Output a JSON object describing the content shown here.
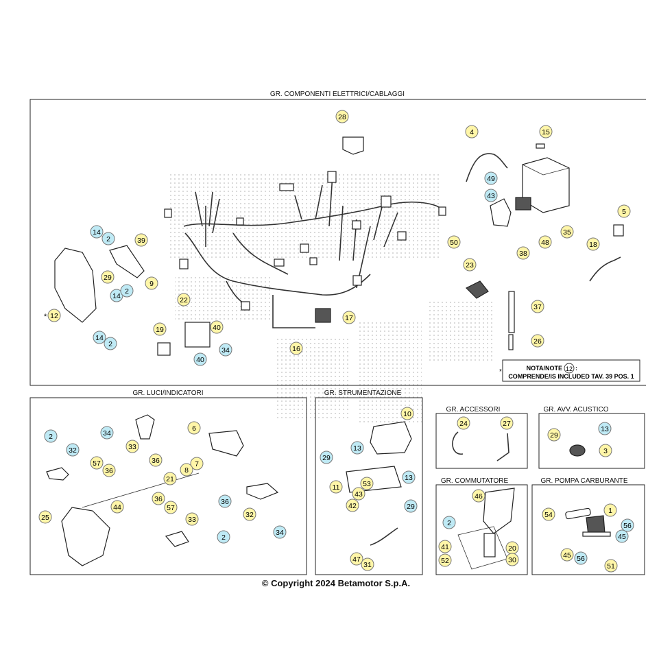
{
  "panels": {
    "electrical": "GR. COMPONENTI ELETTRICI/CABLAGGI",
    "lights": "GR. LUCI/INDICATORI",
    "instruments": "GR. STRUMENTAZIONE",
    "accessories": "GR. ACCESSORI",
    "horn": "GR. AVV. ACUSTICO",
    "switch": "GR. COMMUTATORE",
    "fuel_pump": "GR. POMPA CARBURANTE"
  },
  "note": {
    "prefix": "NOTA/NOTE",
    "ref": "12",
    "colon": ":",
    "text": "COMPRENDE/IS INCLUDED TAV. 39 POS. 1",
    "asterisk": "*"
  },
  "asterisk_12": "*",
  "copyright": "© Copyright 2024 Betamotor S.p.A.",
  "callouts": {
    "c28": "28",
    "c4": "4",
    "c15": "15",
    "c49": "49",
    "c43a": "43",
    "c5": "5",
    "c50": "50",
    "c38": "38",
    "c48": "48",
    "c35": "35",
    "c18": "18",
    "c23": "23",
    "c37": "37",
    "c26": "26",
    "c17": "17",
    "c16": "16",
    "c22": "22",
    "c19": "19",
    "c40a": "40",
    "c34a": "34",
    "c40b": "40",
    "c14a": "14",
    "c2a": "2",
    "c39": "39",
    "c9": "9",
    "c29a": "29",
    "c14b": "14",
    "c2b": "2",
    "c12": "12",
    "c14c": "14",
    "c2c": "2",
    "c34b": "34",
    "c33a": "33",
    "c6": "6",
    "c2d": "2",
    "c32a": "32",
    "c57a": "57",
    "c36a": "36",
    "c7": "7",
    "c36b": "36",
    "c8": "8",
    "c21": "21",
    "c44": "44",
    "c36c": "36",
    "c32b": "32",
    "c25": "25",
    "c36d": "36",
    "c57b": "57",
    "c33b": "33",
    "c34c": "34",
    "c2e": "2",
    "c10": "10",
    "c29b": "29",
    "c13a": "13",
    "c13b": "13",
    "c53": "53",
    "c11": "11",
    "c43b": "43",
    "c42": "42",
    "c29c": "29",
    "c47": "47",
    "c31": "31",
    "c24": "24",
    "c27": "27",
    "c29d": "29",
    "c13c": "13",
    "c3": "3",
    "c46": "46",
    "c2f": "2",
    "c41": "41",
    "c20": "20",
    "c52": "52",
    "c30": "30",
    "c54": "54",
    "c1": "1",
    "c56a": "56",
    "c45a": "45",
    "c45b": "45",
    "c56b": "56",
    "c51": "51"
  }
}
